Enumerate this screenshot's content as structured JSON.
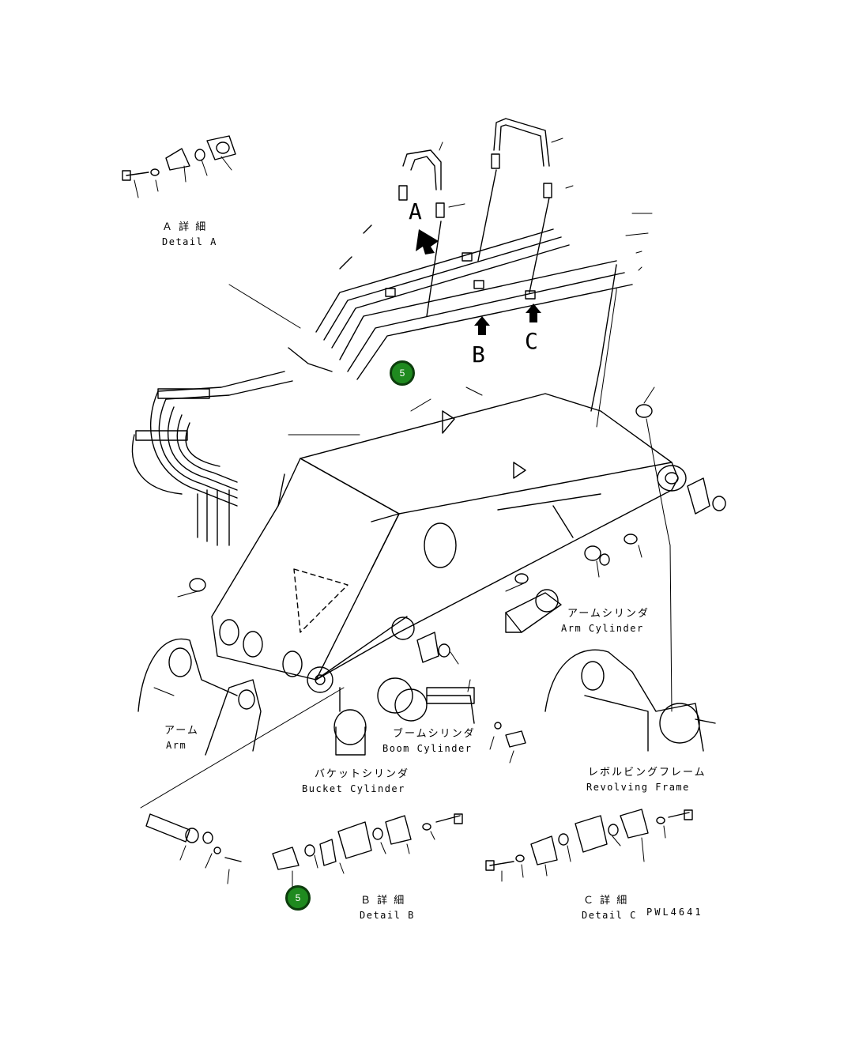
{
  "details": {
    "a": {
      "jp": "Ａ 詳 細",
      "en": "Detail A"
    },
    "b": {
      "jp": "Ｂ 詳 細",
      "en": "Detail B"
    },
    "c": {
      "jp": "Ｃ 詳 細",
      "en": "Detail C"
    }
  },
  "view_letters": {
    "a": "A",
    "b": "B",
    "c": "C"
  },
  "components": {
    "arm_cylinder": {
      "jp": "アームシリンダ",
      "en": "Arm Cylinder"
    },
    "arm": {
      "jp": "アーム",
      "en": "Arm"
    },
    "boom_cylinder": {
      "jp": "ブームシリンダ",
      "en": "Boom Cylinder"
    },
    "bucket_cylinder": {
      "jp": "バケットシリンダ",
      "en": "Bucket Cylinder"
    },
    "revolving_frame": {
      "jp": "レボルビングフレーム",
      "en": "Revolving Frame"
    }
  },
  "drawing_code": "PWL4641",
  "callouts": [
    {
      "id": "callout-upper",
      "label": "5"
    },
    {
      "id": "callout-lower",
      "label": "5"
    }
  ],
  "colors": {
    "callout_fill": "#1f8a1f",
    "callout_border": "#0d3d0d",
    "line": "#000000"
  }
}
